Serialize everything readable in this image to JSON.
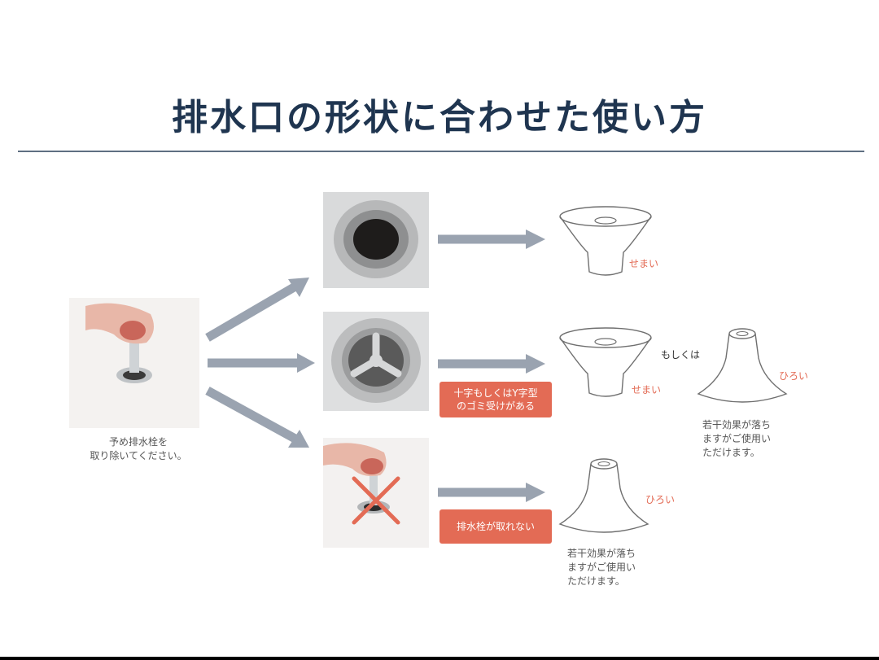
{
  "title": "排水口の形状に合わせた使い方",
  "intro": {
    "caption_lines": [
      "予め排水栓を",
      "取り除いてください。"
    ]
  },
  "rows": [
    {
      "size_label": "せまい"
    },
    {
      "tag_lines": [
        "十字もしくはY字型",
        "のゴミ受けがある"
      ],
      "size_label_left": "せまい",
      "or_label": "もしくは",
      "size_label_right": "ひろい",
      "note_lines": [
        "若干効果が落ち",
        "ますがご使用い",
        "ただけます。"
      ]
    },
    {
      "tag_lines": [
        "排水栓が取れない"
      ],
      "size_label": "ひろい",
      "note_lines": [
        "若干効果が落ち",
        "ますがご使用い",
        "ただけます。"
      ]
    }
  ],
  "colors": {
    "title": "#1f3550",
    "arrow": "#9aa3b0",
    "tag": "#e36b55",
    "accent_text": "#e36b55"
  }
}
